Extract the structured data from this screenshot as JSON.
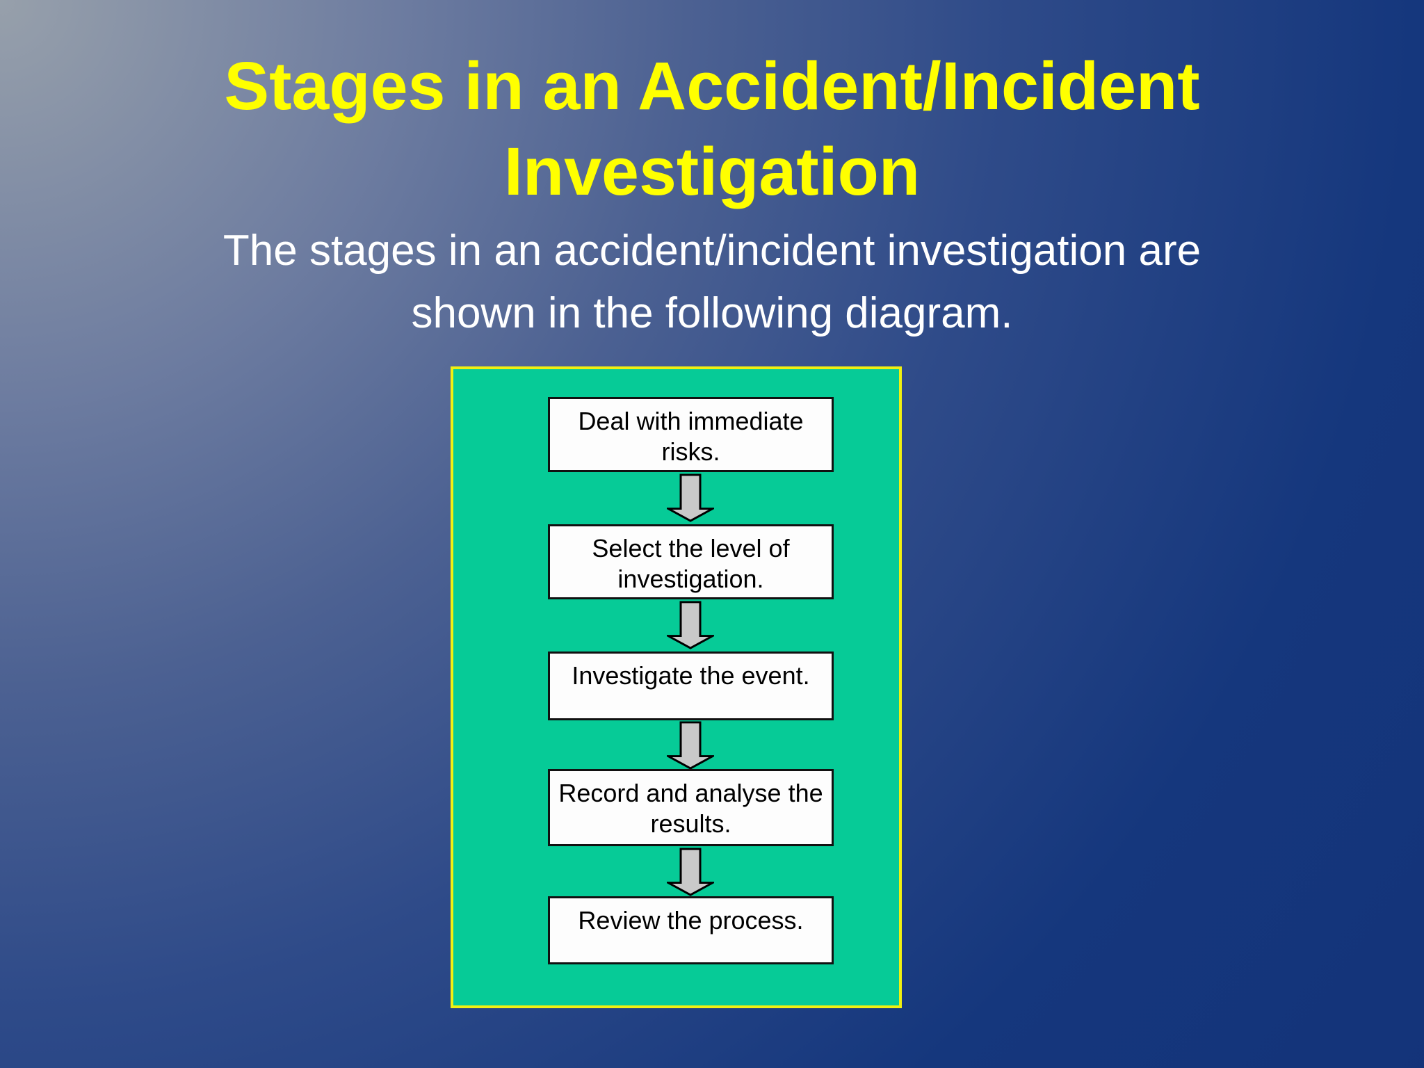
{
  "slide": {
    "title": {
      "lines": [
        "Stages in an Accident/Incident",
        "Investigation"
      ]
    },
    "subtitle": {
      "lines": [
        "The stages in an accident/incident investigation are",
        "shown in the following diagram."
      ]
    },
    "diagram": {
      "boxes": [
        {
          "lines": [
            "Deal with immediate",
            "risks."
          ]
        },
        {
          "lines": [
            "Select the level of",
            "investigation."
          ]
        },
        {
          "lines": [
            "Investigate the event."
          ]
        },
        {
          "lines": [
            "Record and analyse the",
            "results."
          ]
        },
        {
          "lines": [
            "Review the process."
          ]
        }
      ],
      "connector_icon": "down-arrow-icon",
      "connector_count": 4
    },
    "colors": {
      "title_text": "#FFFF00",
      "subtitle_text": "#FFFFFF",
      "panel_fill": "#06CB97",
      "panel_border": "#F0F011",
      "box_fill": "#FDFDFD",
      "box_border": "#111111",
      "box_text": "#000000",
      "arrow_fill": "#C9C9C9",
      "arrow_outline": "#000000",
      "background_light": "#97A0AB",
      "background_dark": "#143379"
    }
  }
}
